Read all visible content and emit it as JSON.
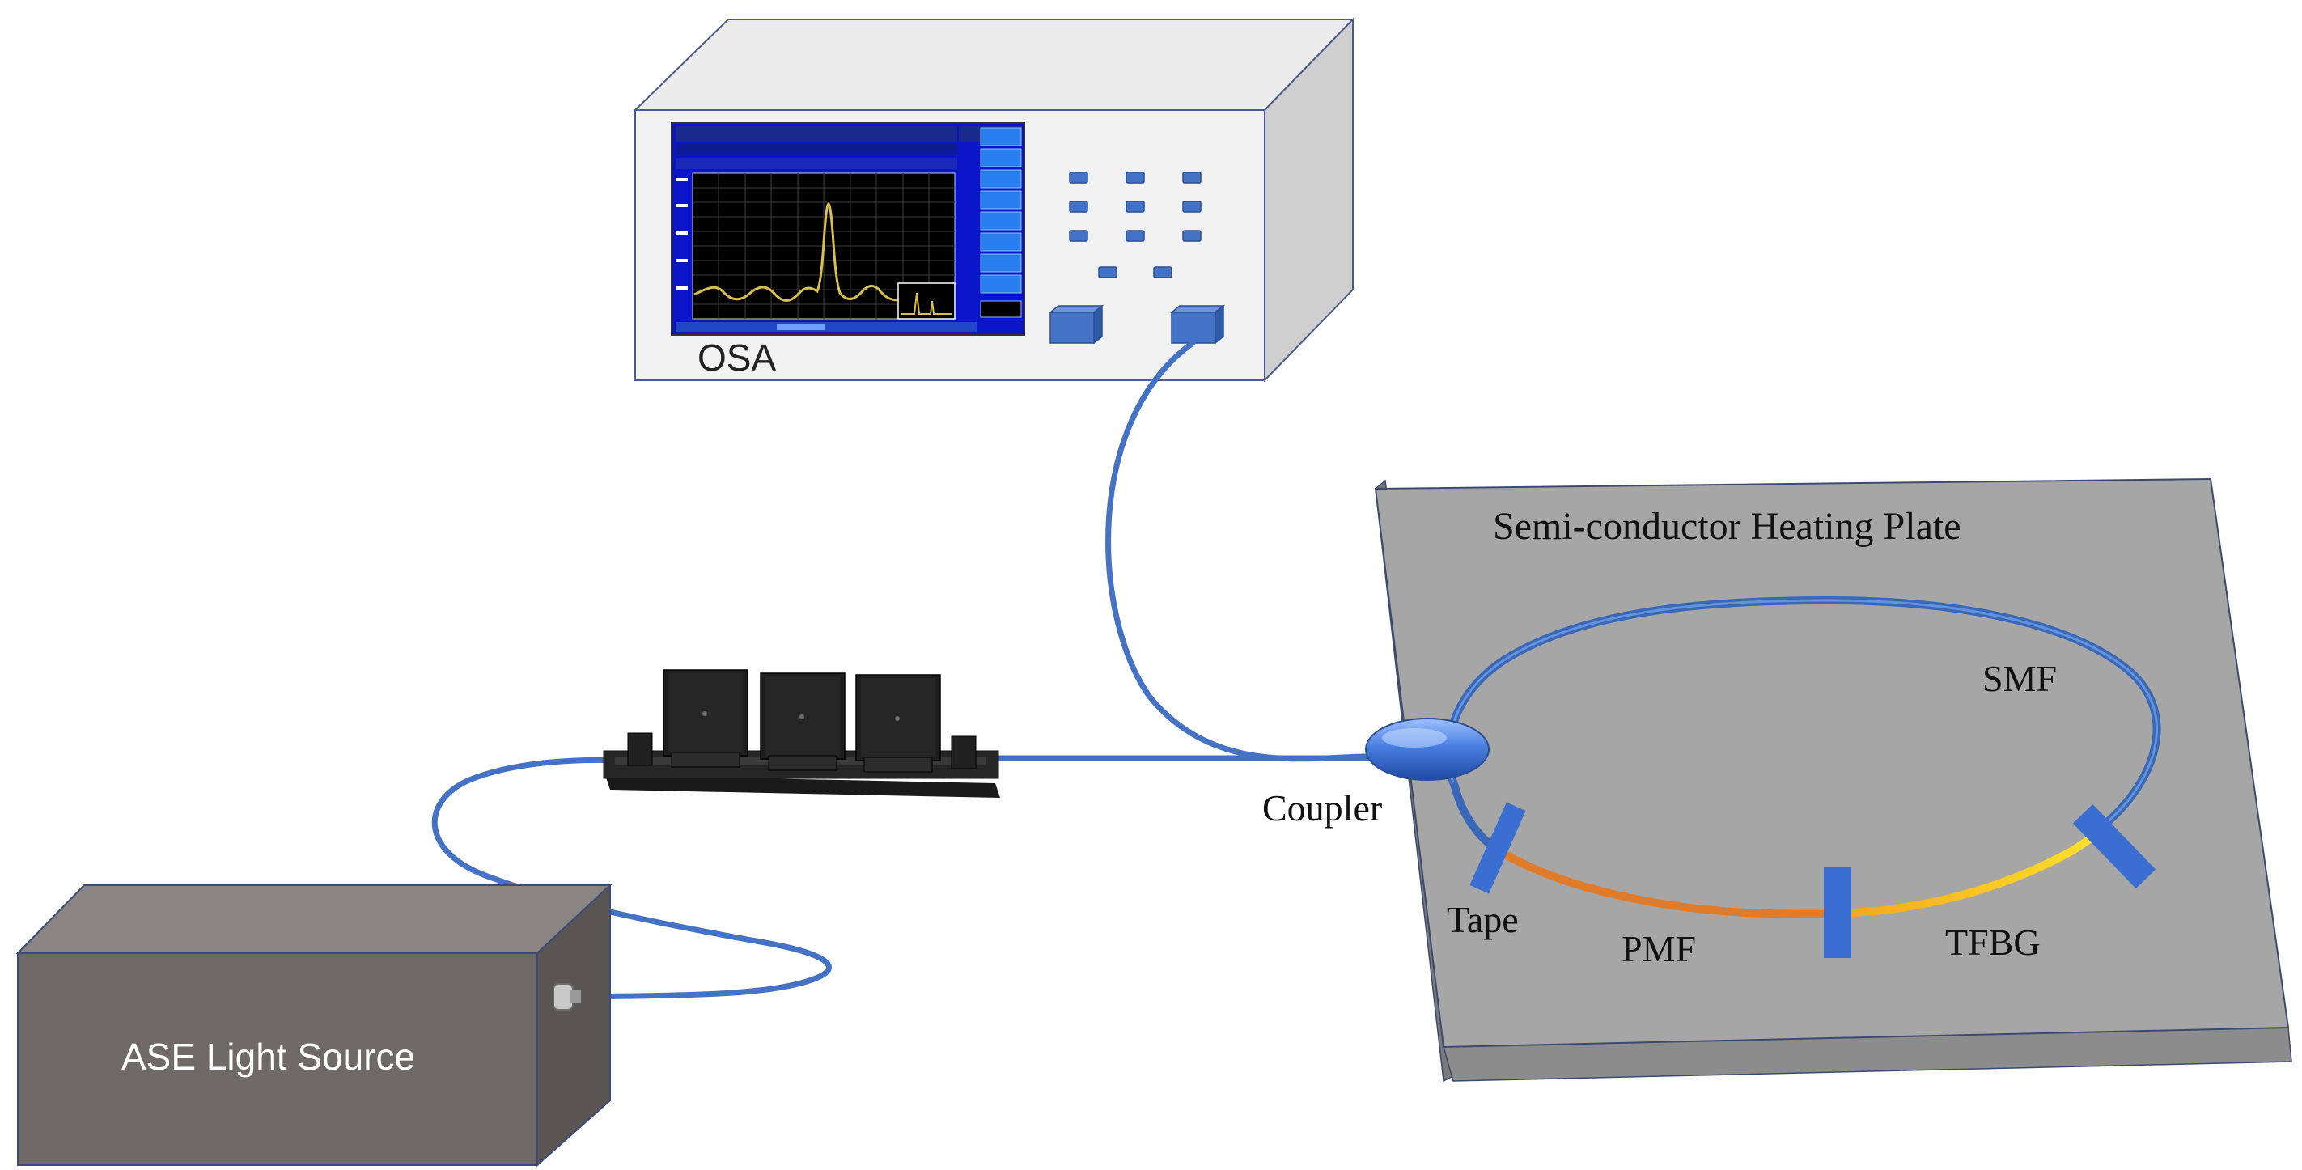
{
  "labels": {
    "osa": "OSA",
    "ase_source": "ASE Light Source",
    "heating_plate": "Semi-conductor Heating Plate",
    "coupler": "Coupler",
    "smf": "SMF",
    "tape": "Tape",
    "pmf": "PMF",
    "tfbg": "TFBG"
  },
  "colors": {
    "fiber": "#4472c4",
    "pmf": "#e07b2a",
    "tfbg": "#ffd21f",
    "tape": "#3a6ed0",
    "plate": "#a6a6a6",
    "ase_box": "#6f6a67",
    "osa_screen": "#0a14c8",
    "spectrum_trace": "#d8c04a"
  }
}
